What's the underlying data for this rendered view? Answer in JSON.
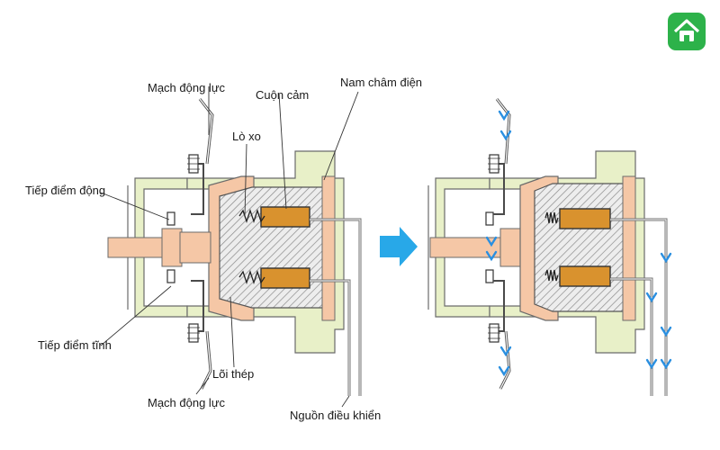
{
  "labels": {
    "power_circuit_top": "Mạch động lực",
    "inductor_coil": "Cuộn cảm",
    "electromagnet": "Nam châm điện",
    "spring": "Lò xo",
    "moving_contact": "Tiếp điểm động",
    "fixed_contact": "Tiếp điểm tĩnh",
    "steel_core": "Lõi thép",
    "power_circuit_bottom": "Mạch động lực",
    "control_source": "Nguồn điều khiển"
  },
  "icons": {
    "home": "home-icon",
    "transition_arrow": "arrow-right-icon",
    "current_flow": "current-arrow-icon"
  },
  "colors": {
    "housing": "#e8f0c8",
    "housing_stroke": "#6b6b6b",
    "armature": "#f5c7a6",
    "core_hatch": "#9a9a9a",
    "coil": "#d9922e",
    "wire": "#707070",
    "current_arrow": "#2a8fe0",
    "transition_arrow": "#28a8e8",
    "home_badge": "#2db24a"
  }
}
